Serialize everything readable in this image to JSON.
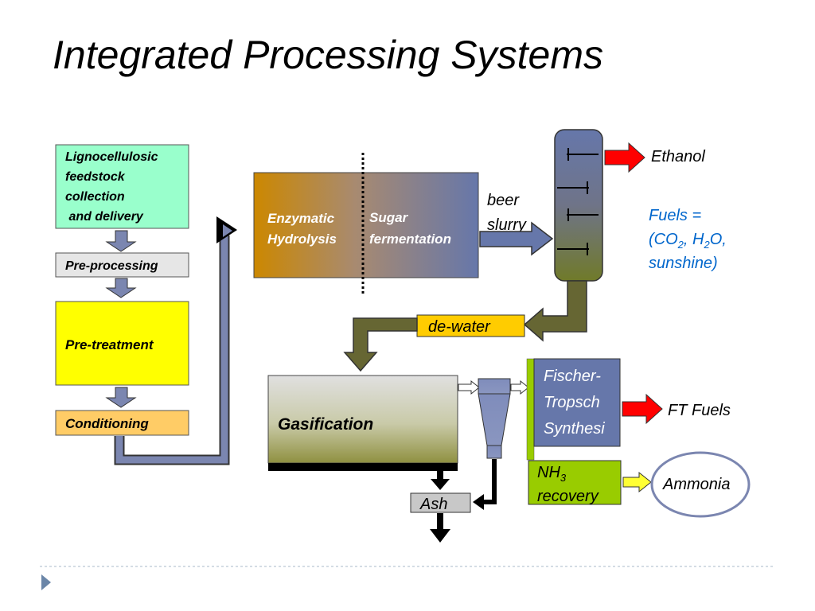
{
  "title": "Integrated Processing Systems",
  "left_chain": {
    "feedstock": [
      "Lignocellulosic",
      "feedstock",
      "collection",
      " and delivery"
    ],
    "preprocessing": "Pre-processing",
    "pretreatment": "Pre-treatment",
    "conditioning": "Conditioning"
  },
  "hydrolysis_box": {
    "left": [
      "Enzymatic",
      "Hydrolysis"
    ],
    "right": [
      "Sugar",
      "fermentation"
    ]
  },
  "beer_slurry": [
    "beer",
    "slurry"
  ],
  "products": {
    "ethanol": "Ethanol",
    "fuels_line1": "Fuels =",
    "fuels_line2": {
      "a": "(CO",
      "b": "2",
      "c": ", H",
      "d": "2",
      "e": "O,"
    },
    "fuels_line3": "sunshine)",
    "ft_fuels": "FT Fuels",
    "ammonia": "Ammonia"
  },
  "dewater": "de-water",
  "gasification": "Gasification",
  "ash": "Ash",
  "fischer": [
    "Fischer-",
    "Tropsch",
    "Synthesi"
  ],
  "nh3": {
    "a": "NH",
    "b": "3",
    "c": "recovery"
  },
  "colors": {
    "feedstock": "#99ffcc",
    "pretreatment": "#ffff00",
    "conditioning": "#ffcc66",
    "dewater": "#ffcc00",
    "nh3": "#99cc00",
    "fuels_text": "#0066cc",
    "red_arrow": "#ff0000",
    "olive_arrow": "#666633",
    "blue_arrow": "#6677aa"
  }
}
